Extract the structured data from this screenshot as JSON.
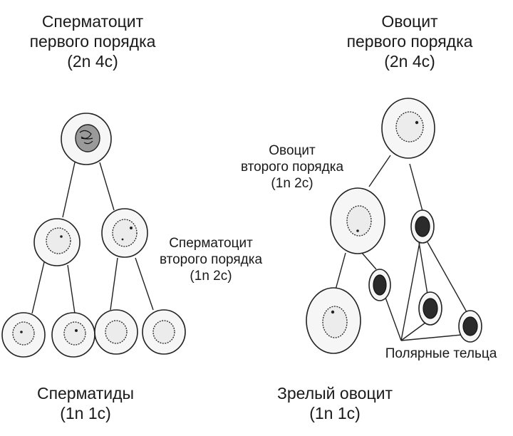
{
  "labels": {
    "spermatocyte_1": [
      "Сперматоцит",
      "первого порядка",
      "(2n 4c)"
    ],
    "oocyte_1": [
      "Овоцит",
      "первого порядка",
      "(2n 4c)"
    ],
    "oocyte_2": [
      "Овоцит",
      "второго порядка",
      "(1n 2c)"
    ],
    "spermatocyte_2": [
      "Сперматоцит",
      "второго порядка",
      "(1n 2c)"
    ],
    "polar_bodies": "Полярные тельца",
    "spermatids": [
      "Сперматиды",
      "(1n 1c)"
    ],
    "mature_oocyte": [
      "Зрелый овоцит",
      "(1n 1c)"
    ]
  }
}
